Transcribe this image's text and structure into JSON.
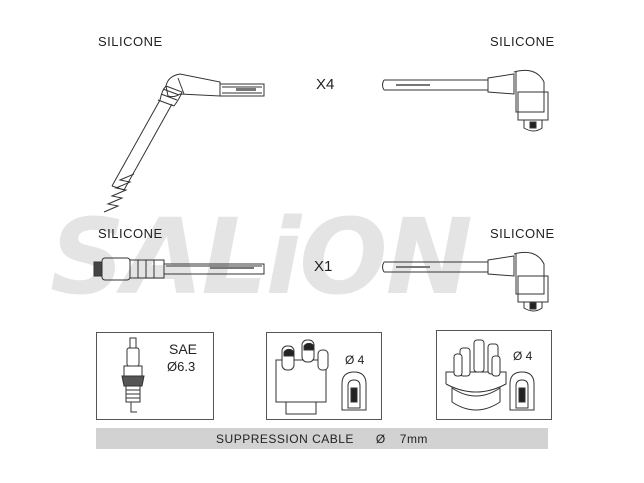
{
  "watermark": "SALiON",
  "top_row": {
    "left_label": "SILICONE",
    "right_label": "SILICONE",
    "quantity": "X4"
  },
  "middle_row": {
    "left_label": "SILICONE",
    "right_label": "SILICONE",
    "quantity": "X1"
  },
  "spark_plug_box": {
    "standard": "SAE",
    "diameter": "Ø6.3"
  },
  "distributor_box_1": {
    "diameter": "Ø 4"
  },
  "distributor_box_2": {
    "diameter": "Ø 4"
  },
  "footer": {
    "label": "SUPPRESSION CABLE",
    "diameter_symbol": "Ø",
    "value": "7mm"
  },
  "colors": {
    "line": "#333333",
    "bar": "#d2d2d2",
    "watermark": "#e4e4e4"
  }
}
